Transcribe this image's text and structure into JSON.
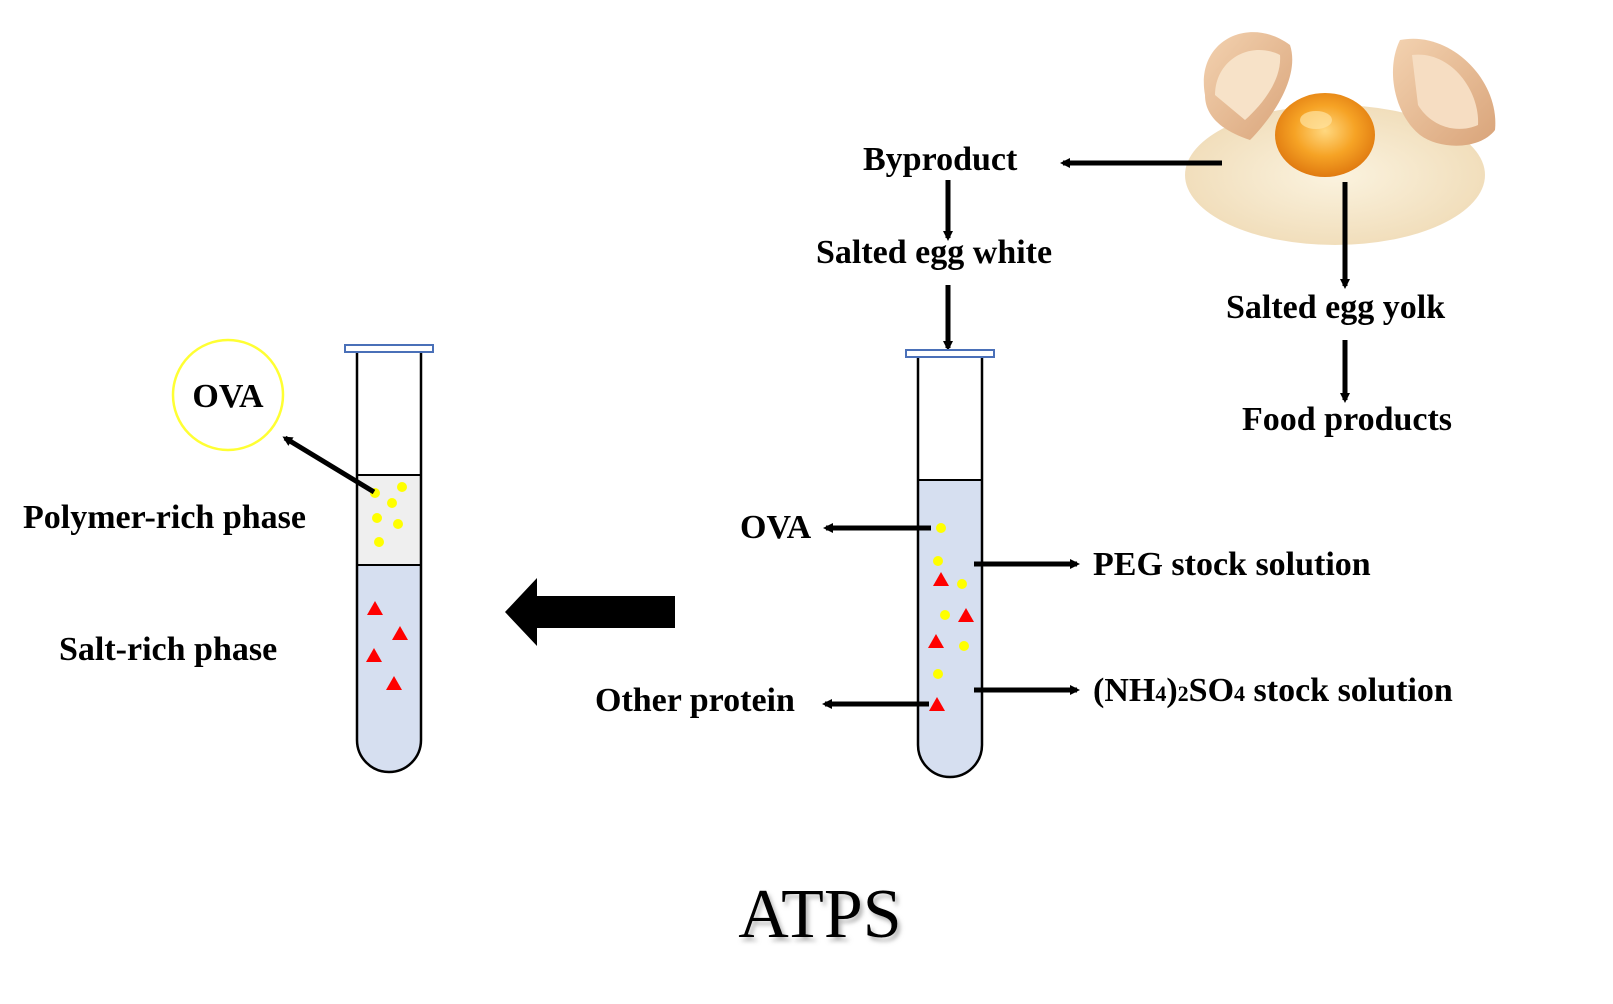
{
  "egg": {
    "image": "cracked-salted-egg-image"
  },
  "source": {
    "byproduct": "Byproduct",
    "salted_egg_white": "Salted egg white",
    "salted_egg_yolk": "Salted egg yolk",
    "food_products": "Food products"
  },
  "mixture_tube": {
    "ova": "OVA",
    "other_protein": "Other protein",
    "peg_stock": "PEG stock solution",
    "nh4_open": "(NH",
    "nh4_sub4": "4",
    "nh4_close": ")",
    "nh4_sub2": "2",
    "nh4_so": "SO",
    "nh4_sub4b": "4",
    "nh4_rest": " stock solution"
  },
  "separated_tube": {
    "ova_circle": "OVA",
    "polymer_rich_phase": "Polymer-rich phase",
    "salt_rich_phase": "Salt-rich phase"
  },
  "legend": {
    "ova_marker": "yellow circle",
    "other_protein_marker": "red triangle"
  },
  "colors": {
    "ova_dot": "#ffff00",
    "protein_triangle": "#ff0000",
    "tube_liquid": "#d6dff0",
    "polymer_phase": "#efefef",
    "tube_cap": "#4a70b8",
    "egg_yolk": "#f5a020",
    "egg_shell": "#e9c09a"
  },
  "title": "ATPS"
}
